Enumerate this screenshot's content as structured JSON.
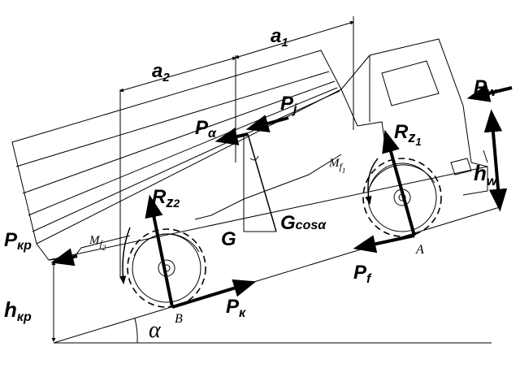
{
  "labels": {
    "a1": {
      "main": "a",
      "sub": "1"
    },
    "a2": {
      "main": "a",
      "sub": "2"
    },
    "pj": {
      "main": "P",
      "sub": "j"
    },
    "palpha": {
      "main": "P",
      "sub": "α"
    },
    "pw": {
      "main": "P",
      "sub": "w"
    },
    "rz1": {
      "main": "R",
      "sub": "z",
      "subsub": "1"
    },
    "rz2": {
      "main": "R",
      "sub": "z",
      "subsub": "2"
    },
    "hw": {
      "main": "h",
      "sub": "w"
    },
    "mf1": {
      "main": "M",
      "sub": "f",
      "subsub": "1"
    },
    "mf2": {
      "main": "M",
      "sub": "f",
      "subsub": "2"
    },
    "g": "G",
    "gcos": {
      "main": "G",
      "sub": "cos",
      "subsub": "α"
    },
    "pkr": {
      "main": "P",
      "sub": "кр"
    },
    "hkr": {
      "main": "h",
      "sub": "кр"
    },
    "pf": {
      "main": "P",
      "sub": "f"
    },
    "pk": {
      "main": "P",
      "sub": "к"
    },
    "point_a": "A",
    "point_b": "B",
    "alpha": "α"
  }
}
